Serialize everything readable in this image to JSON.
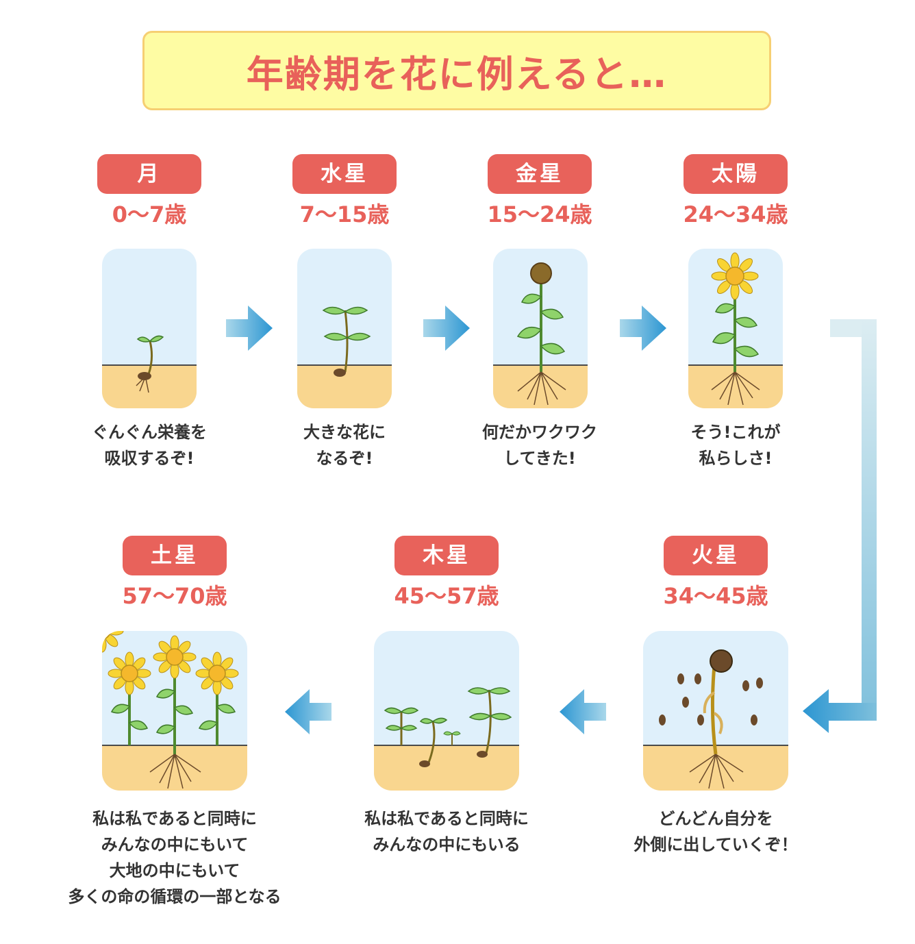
{
  "title": "年齢期を花に例えると…",
  "colors": {
    "accent_red": "#e8625b",
    "title_bg": "#fefca3",
    "sky": "#dff0fb",
    "soil": "#f9d68f",
    "arrow_blue": "#3aa0d4"
  },
  "stages": [
    {
      "planet": "月",
      "age": "0～7歳",
      "lines": [
        "ぐんぐん栄養を",
        "吸収するぞ!"
      ],
      "icon": "sprout-illustration"
    },
    {
      "planet": "水星",
      "age": "7～15歳",
      "lines": [
        "大きな花に",
        "なるぞ!"
      ],
      "icon": "seedling-illustration"
    },
    {
      "planet": "金星",
      "age": "15～24歳",
      "lines": [
        "何だかワクワク",
        "してきた!"
      ],
      "icon": "budding-sunflower-illustration"
    },
    {
      "planet": "太陽",
      "age": "24～34歳",
      "lines": [
        "そう!これが",
        "私らしさ!"
      ],
      "icon": "blooming-sunflower-illustration"
    },
    {
      "planet": "火星",
      "age": "34～45歳",
      "lines": [
        "どんどん自分を",
        "外側に出していくぞ！"
      ],
      "icon": "withering-sunflower-seeds-illustration"
    },
    {
      "planet": "木星",
      "age": "45～57歳",
      "lines": [
        "私は私であると同時に",
        "みんなの中にもいる"
      ],
      "icon": "new-sprouts-illustration"
    },
    {
      "planet": "土星",
      "age": "57～70歳",
      "lines": [
        "私は私であると同時に",
        "みんなの中にもいて",
        "大地の中にもいて",
        "多くの命の循環の一部となる"
      ],
      "icon": "sunflower-field-illustration"
    }
  ]
}
